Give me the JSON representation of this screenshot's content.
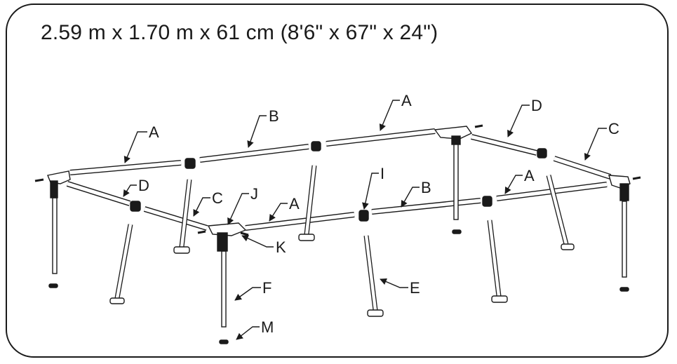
{
  "title": "2.59 m x 1.70 m x 61 cm (8'6\" x 67\" x 24\")",
  "labels": {
    "A": "A",
    "B": "B",
    "C": "C",
    "D": "D",
    "E": "E",
    "F": "F",
    "I": "I",
    "J": "J",
    "K": "K",
    "M": "M"
  },
  "colors": {
    "line": "#1a1a1a",
    "fill": "#ffffff"
  }
}
